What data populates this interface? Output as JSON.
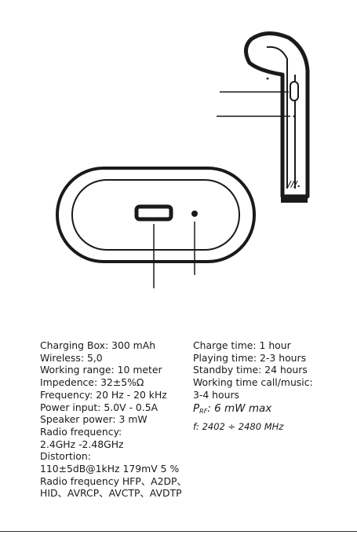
{
  "specs_left": [
    "Charging Box: 300 mAh",
    "Wireless: 5,0",
    "Working range: 10 meter",
    "Impedence: 32±5%Ω",
    "Frequency: 20 Hz - 20 kHz",
    "Power input: 5.0V - 0.5A",
    "Speaker power: 3 mW",
    "Radio frequency:",
    "2.4GHz -2.48GHz",
    "Distortion:",
    "110±5dB@1kHz  179mV  5 %",
    "Radio frequency HFP、A2DP、",
    "HID、AVRCP、AVCTP、AVDTP"
  ],
  "specs_right": [
    "Charge time: 1 hour",
    "Playing time: 2-3 hours",
    "Standby time: 24 hours",
    "Working time call/music:",
    "3-4 hours"
  ],
  "rf_power": {
    "symbol": "P",
    "subscript": "RF",
    "value": ": 6 mW max"
  },
  "rf_range": "f: 2402 ÷ 2480 MHz",
  "earbud_logo": "///."
}
